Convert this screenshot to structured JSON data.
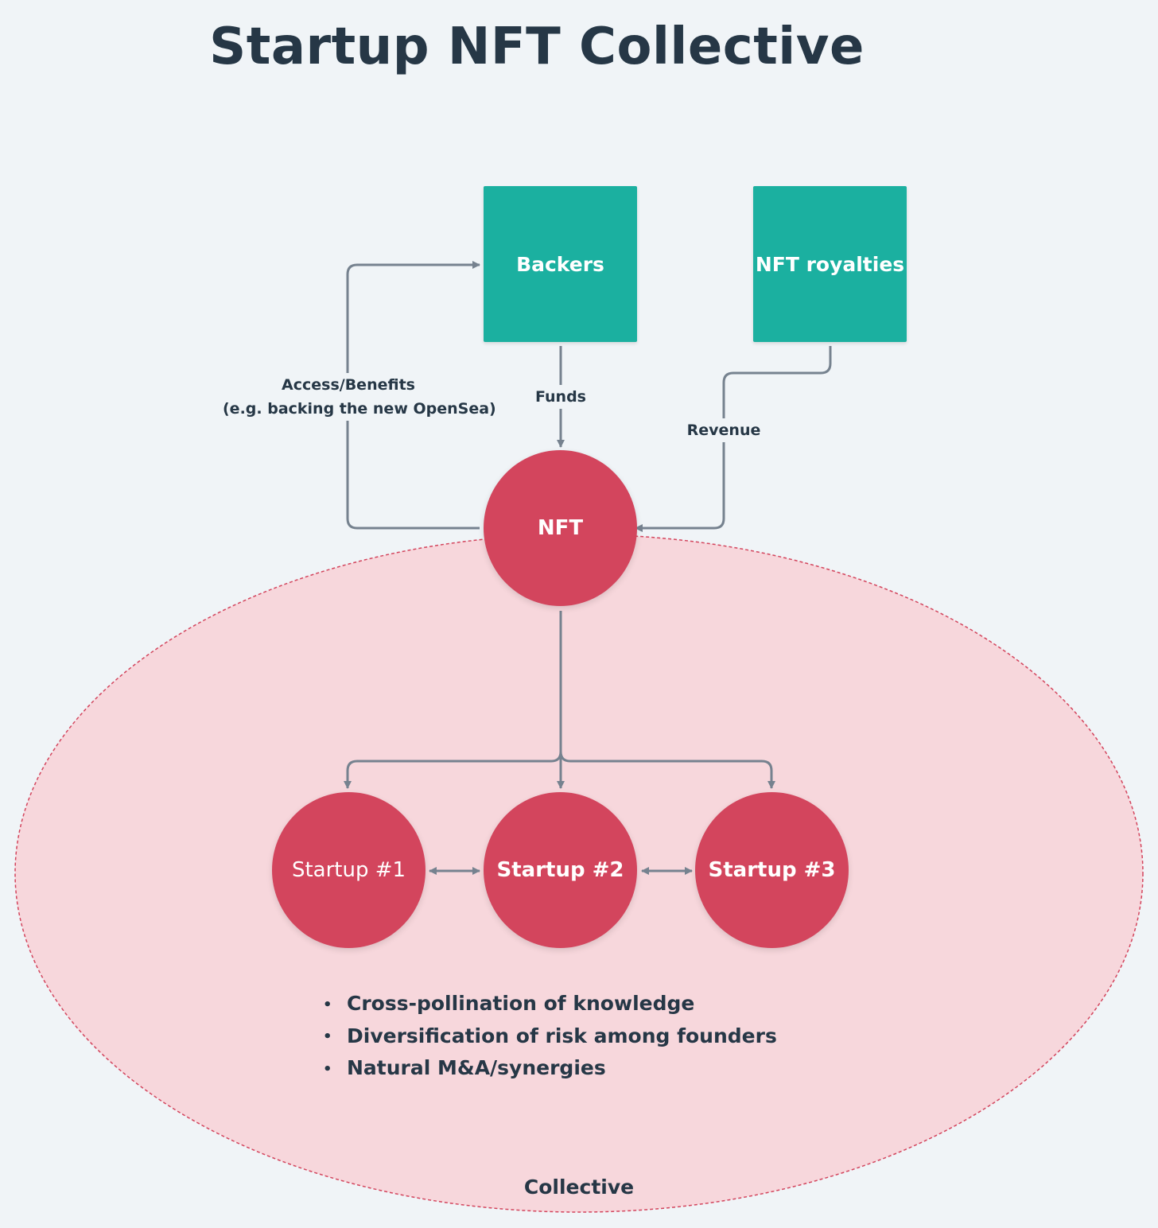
{
  "title": "Startup NFT Collective",
  "nodes": {
    "backers": "Backers",
    "nft_royalties": "NFT royalties",
    "nft": "NFT",
    "startup_1": "Startup #1",
    "startup_2": "Startup #2",
    "startup_3": "Startup #3"
  },
  "edges": {
    "access_benefits": "Access/Benefits",
    "access_benefits_example": "(e.g. backing the new OpenSea)",
    "funds": "Funds",
    "revenue": "Revenue"
  },
  "benefits": [
    "Cross-pollination of knowledge",
    "Diversification of risk among founders",
    "Natural M&A/synergies"
  ],
  "group_label": "Collective",
  "colors": {
    "background": "#f0f4f7",
    "box": "#1bb0a0",
    "circle": "#d3455d",
    "collective_fill": "#f7d7dc",
    "collective_border": "#d3455d",
    "connector": "#76828f",
    "text": "#263746"
  }
}
